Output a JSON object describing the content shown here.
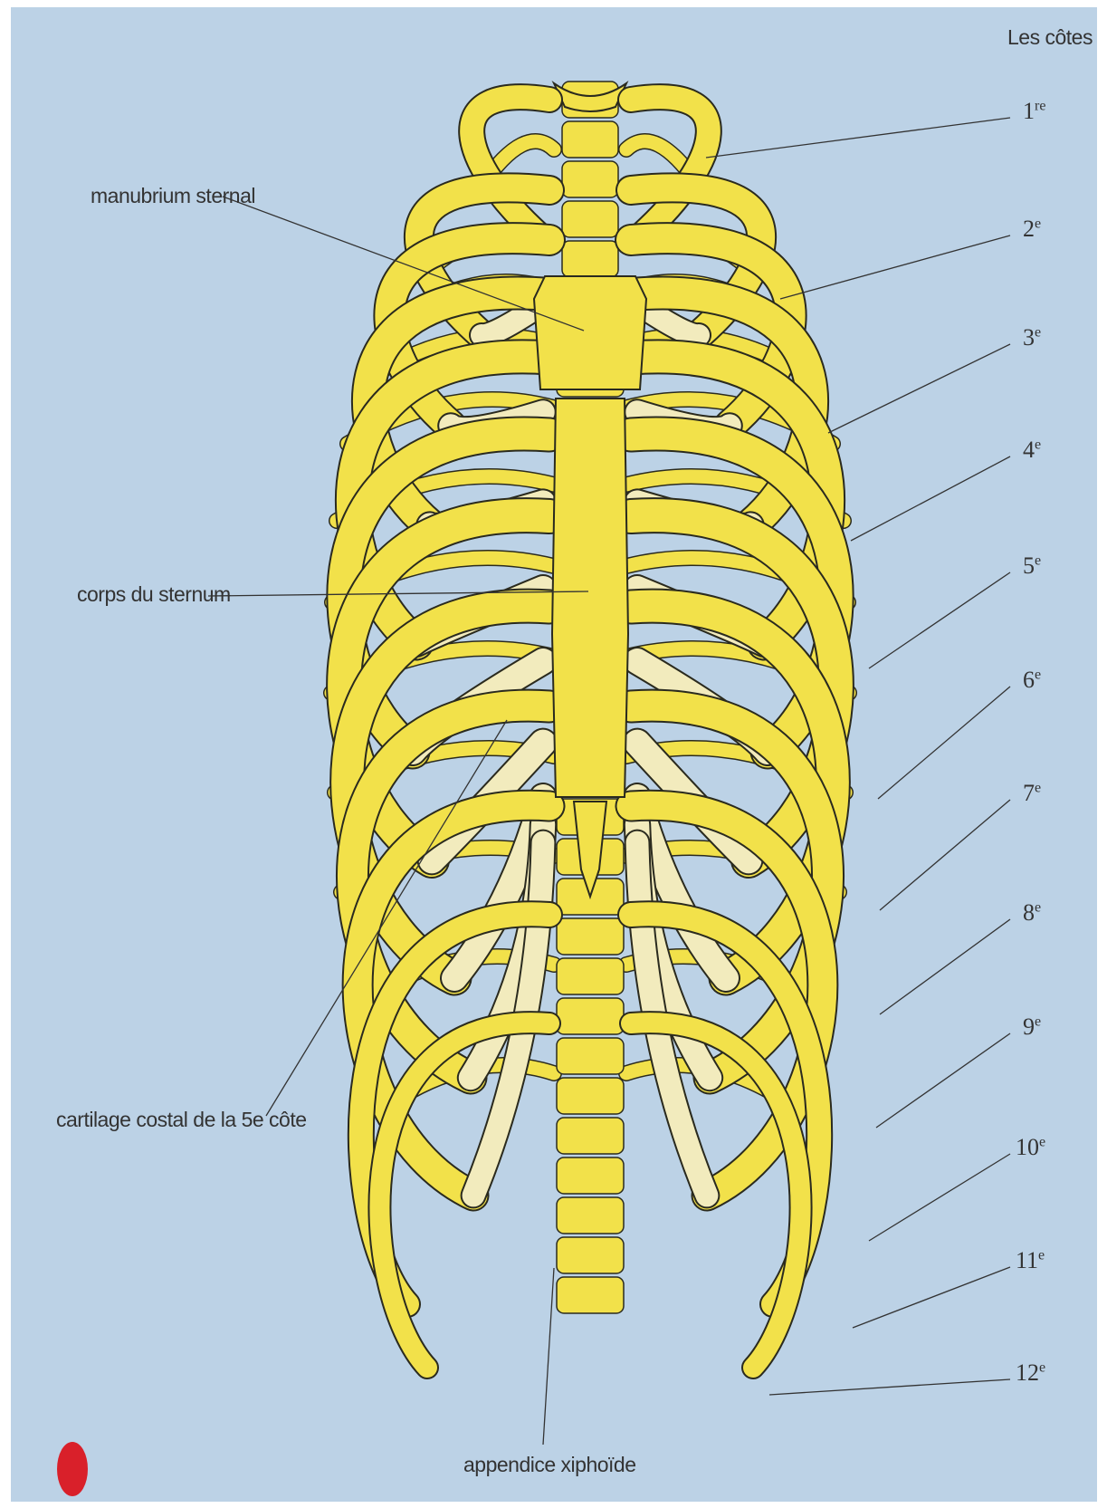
{
  "title": "Les côtes",
  "left_labels": {
    "manubrium": "manubrium sternal",
    "body": "corps du sternum",
    "cartilage": "cartilage costal de la 5e côte"
  },
  "bottom_label": "appendice xiphoïde",
  "ribs": [
    {
      "num": "1",
      "sup": "re"
    },
    {
      "num": "2",
      "sup": "e"
    },
    {
      "num": "3",
      "sup": "e"
    },
    {
      "num": "4",
      "sup": "e"
    },
    {
      "num": "5",
      "sup": "e"
    },
    {
      "num": "6",
      "sup": "e"
    },
    {
      "num": "7",
      "sup": "e"
    },
    {
      "num": "8",
      "sup": "e"
    },
    {
      "num": "9",
      "sup": "e"
    },
    {
      "num": "10",
      "sup": "e"
    },
    {
      "num": "11",
      "sup": "e"
    },
    {
      "num": "12",
      "sup": "e"
    }
  ],
  "colors": {
    "background": "#bcd2e6",
    "bone": "#f2e14a",
    "cartilage": "#f2ebbd",
    "outline": "#2a2a1e",
    "leader": "#333333",
    "dot": "#d9202a"
  }
}
